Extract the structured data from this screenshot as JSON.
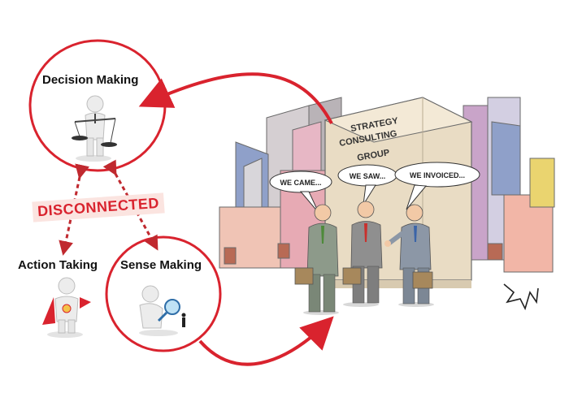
{
  "labels": {
    "decision_making": "Decision Making",
    "action_taking": "Action Taking",
    "sense_making": "Sense Making",
    "disconnected": "DISCONNECTED"
  },
  "cartoon": {
    "sign_line1": "STRATEGY",
    "sign_line2": "CONSULTING",
    "sign_line3": "GROUP",
    "bubble1": "WE CAME...",
    "bubble2": "WE SAW...",
    "bubble3": "WE INVOICED...",
    "signature": "Tom Fishburne"
  },
  "colors": {
    "accent_red": "#d9232e",
    "disconnected_bg": "#fbe4e0"
  },
  "icons": [
    "scale-figure-icon",
    "superhero-figure-icon",
    "magnifier-figure-icon"
  ]
}
